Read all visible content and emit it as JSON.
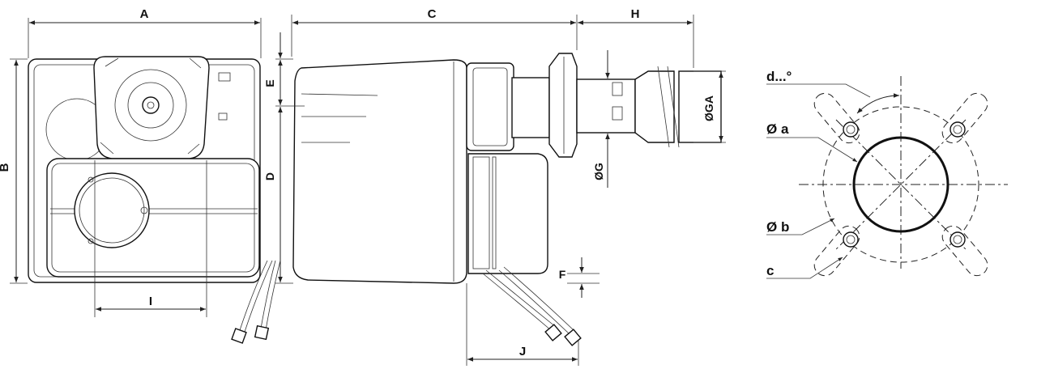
{
  "labels": {
    "A": "A",
    "B": "B",
    "C": "C",
    "D": "D",
    "E": "E",
    "F": "F",
    "G": "ØG",
    "GA": "ØGA",
    "H": "H",
    "I": "I",
    "J": "J",
    "angle": "d...°",
    "dia_a": "Ø a",
    "dia_b": "Ø b",
    "c": "c"
  }
}
